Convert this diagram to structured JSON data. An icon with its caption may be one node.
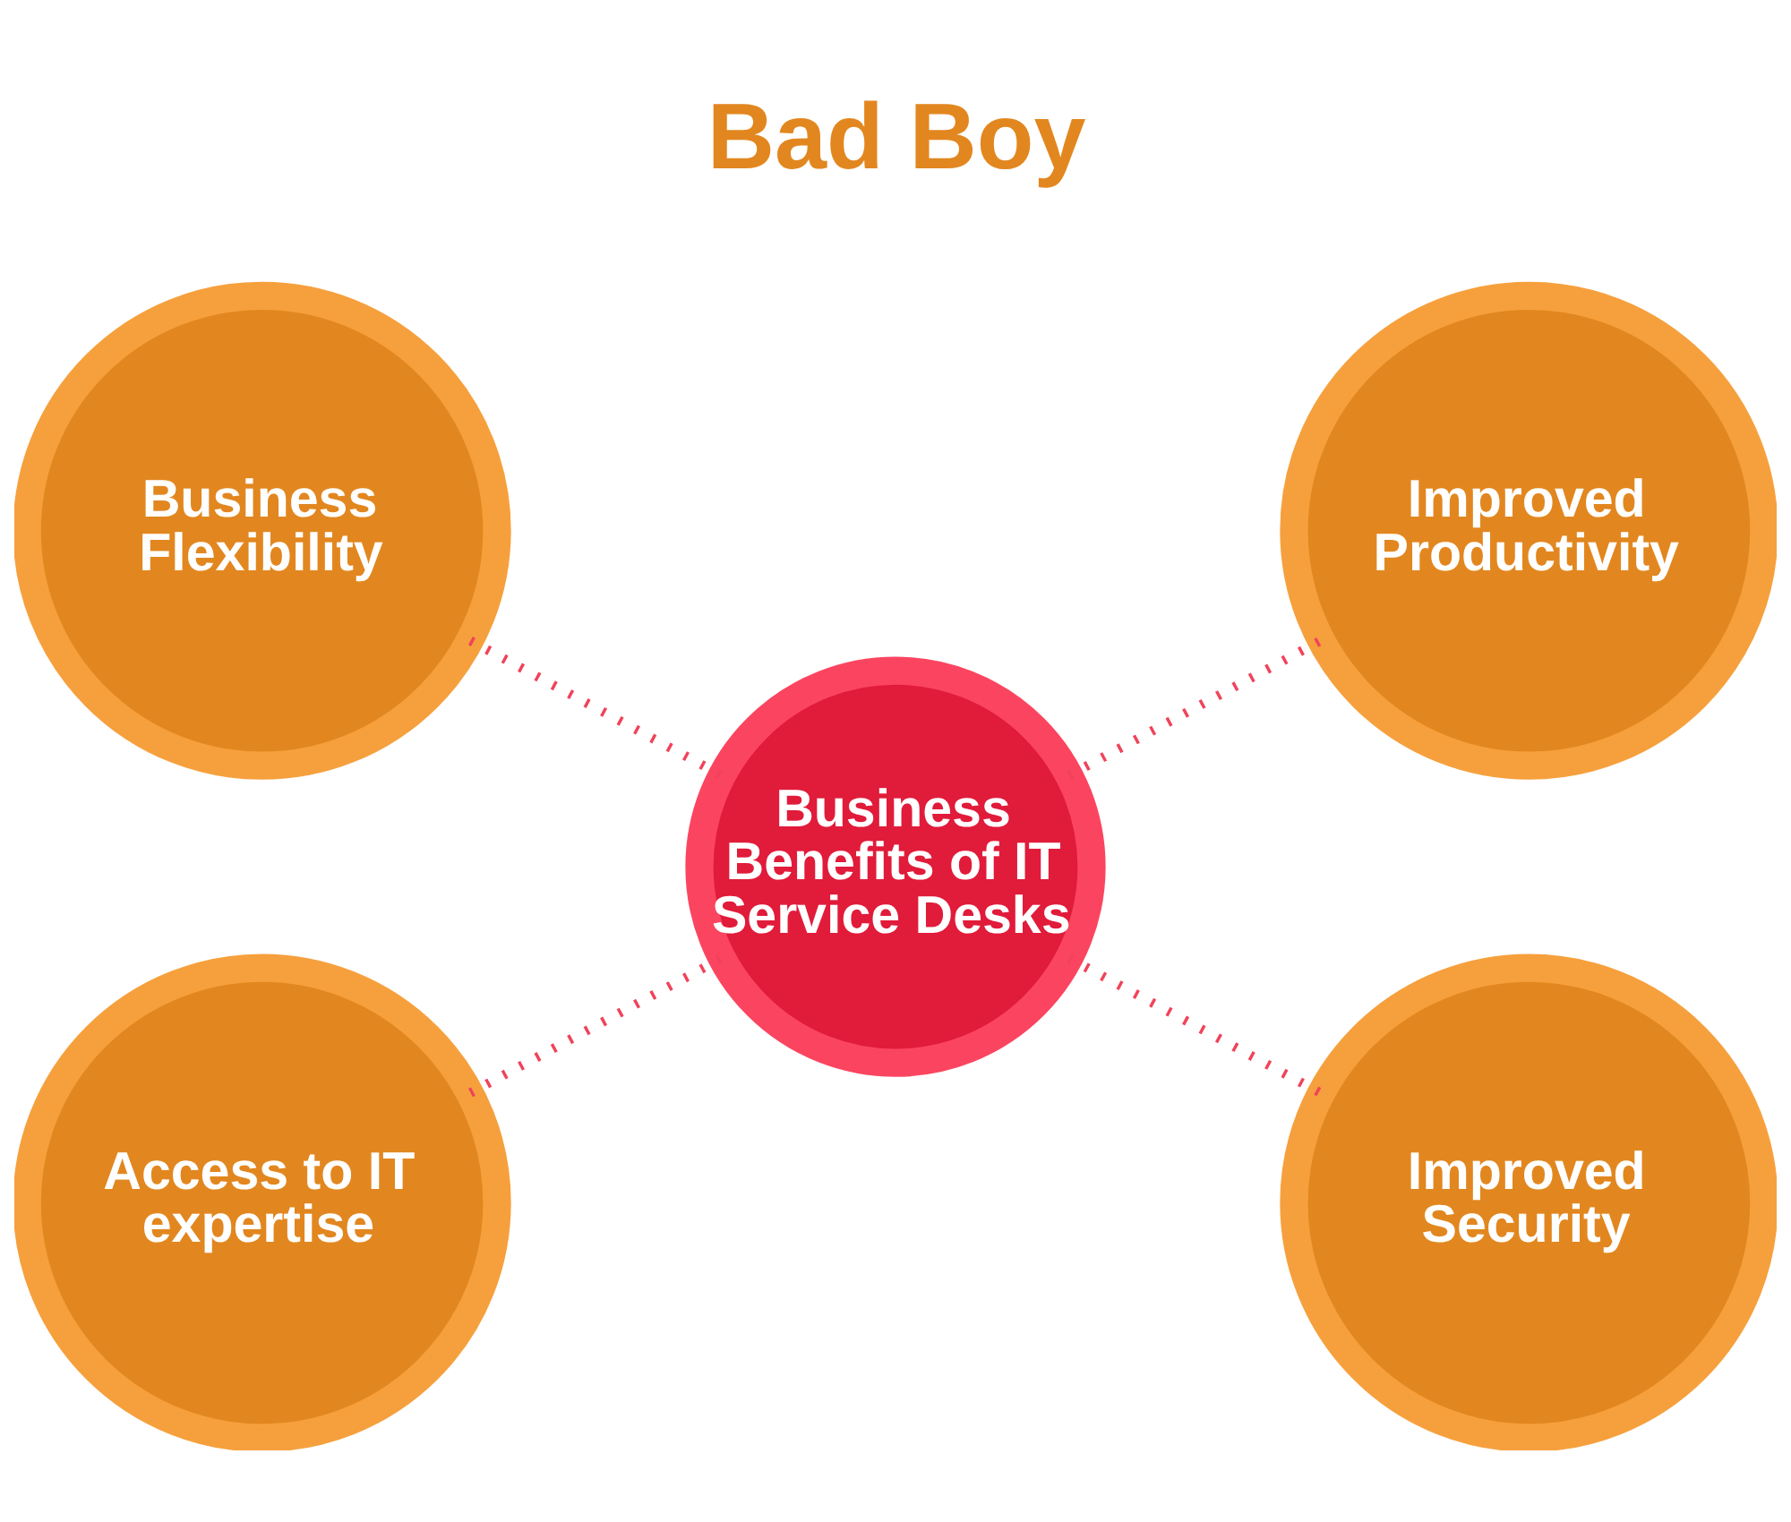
{
  "diagram": {
    "title": "Bad Boy",
    "nodes": [
      {
        "text": [
          "Business Flexibility"
        ]
      },
      {
        "text": [
          "Improved Productivity"
        ]
      },
      {
        "text": [
          "Business Benefits of IT Service Desks"
        ]
      },
      {
        "text": [
          "Access to IT expertise"
        ]
      },
      {
        "text": [
          "Improved Security"
        ]
      }
    ],
    "edges": [
      {
        "from": 0,
        "to": 2,
        "arrow": "none",
        "style": "dashed"
      },
      {
        "from": 2,
        "to": 1,
        "arrow": "none",
        "style": "dashed"
      },
      {
        "from": 3,
        "to": 2,
        "arrow": "none",
        "style": "dashed"
      },
      {
        "from": 2,
        "to": 4,
        "arrow": "none",
        "style": "dashed"
      }
    ]
  }
}
